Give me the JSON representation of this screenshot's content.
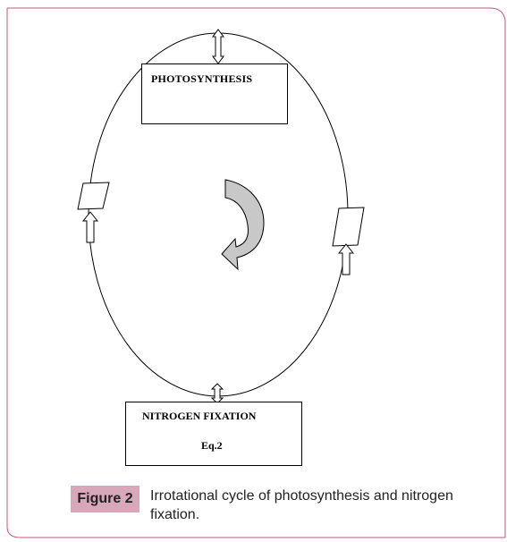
{
  "diagram": {
    "top_box_label": "PHOTOSYNTHESIS",
    "bottom_box_label": "NITROGEN FIXATION",
    "bottom_box_equation": "Eq.2",
    "cycle_arrow_direction": "clockwise",
    "connector_icons": [
      "double-arrow-icon",
      "up-arrow-icon",
      "parallelogram-icon"
    ]
  },
  "caption": {
    "figure_label": "Figure 2",
    "text": "Irrotational  cycle of photosynthesis and nitrogen fixation."
  },
  "colors": {
    "frame_border": "#c7537e",
    "figure_label_bg": "#d8a7b9",
    "arrow_fill": "#c8c8c8",
    "stroke": "#000000"
  }
}
